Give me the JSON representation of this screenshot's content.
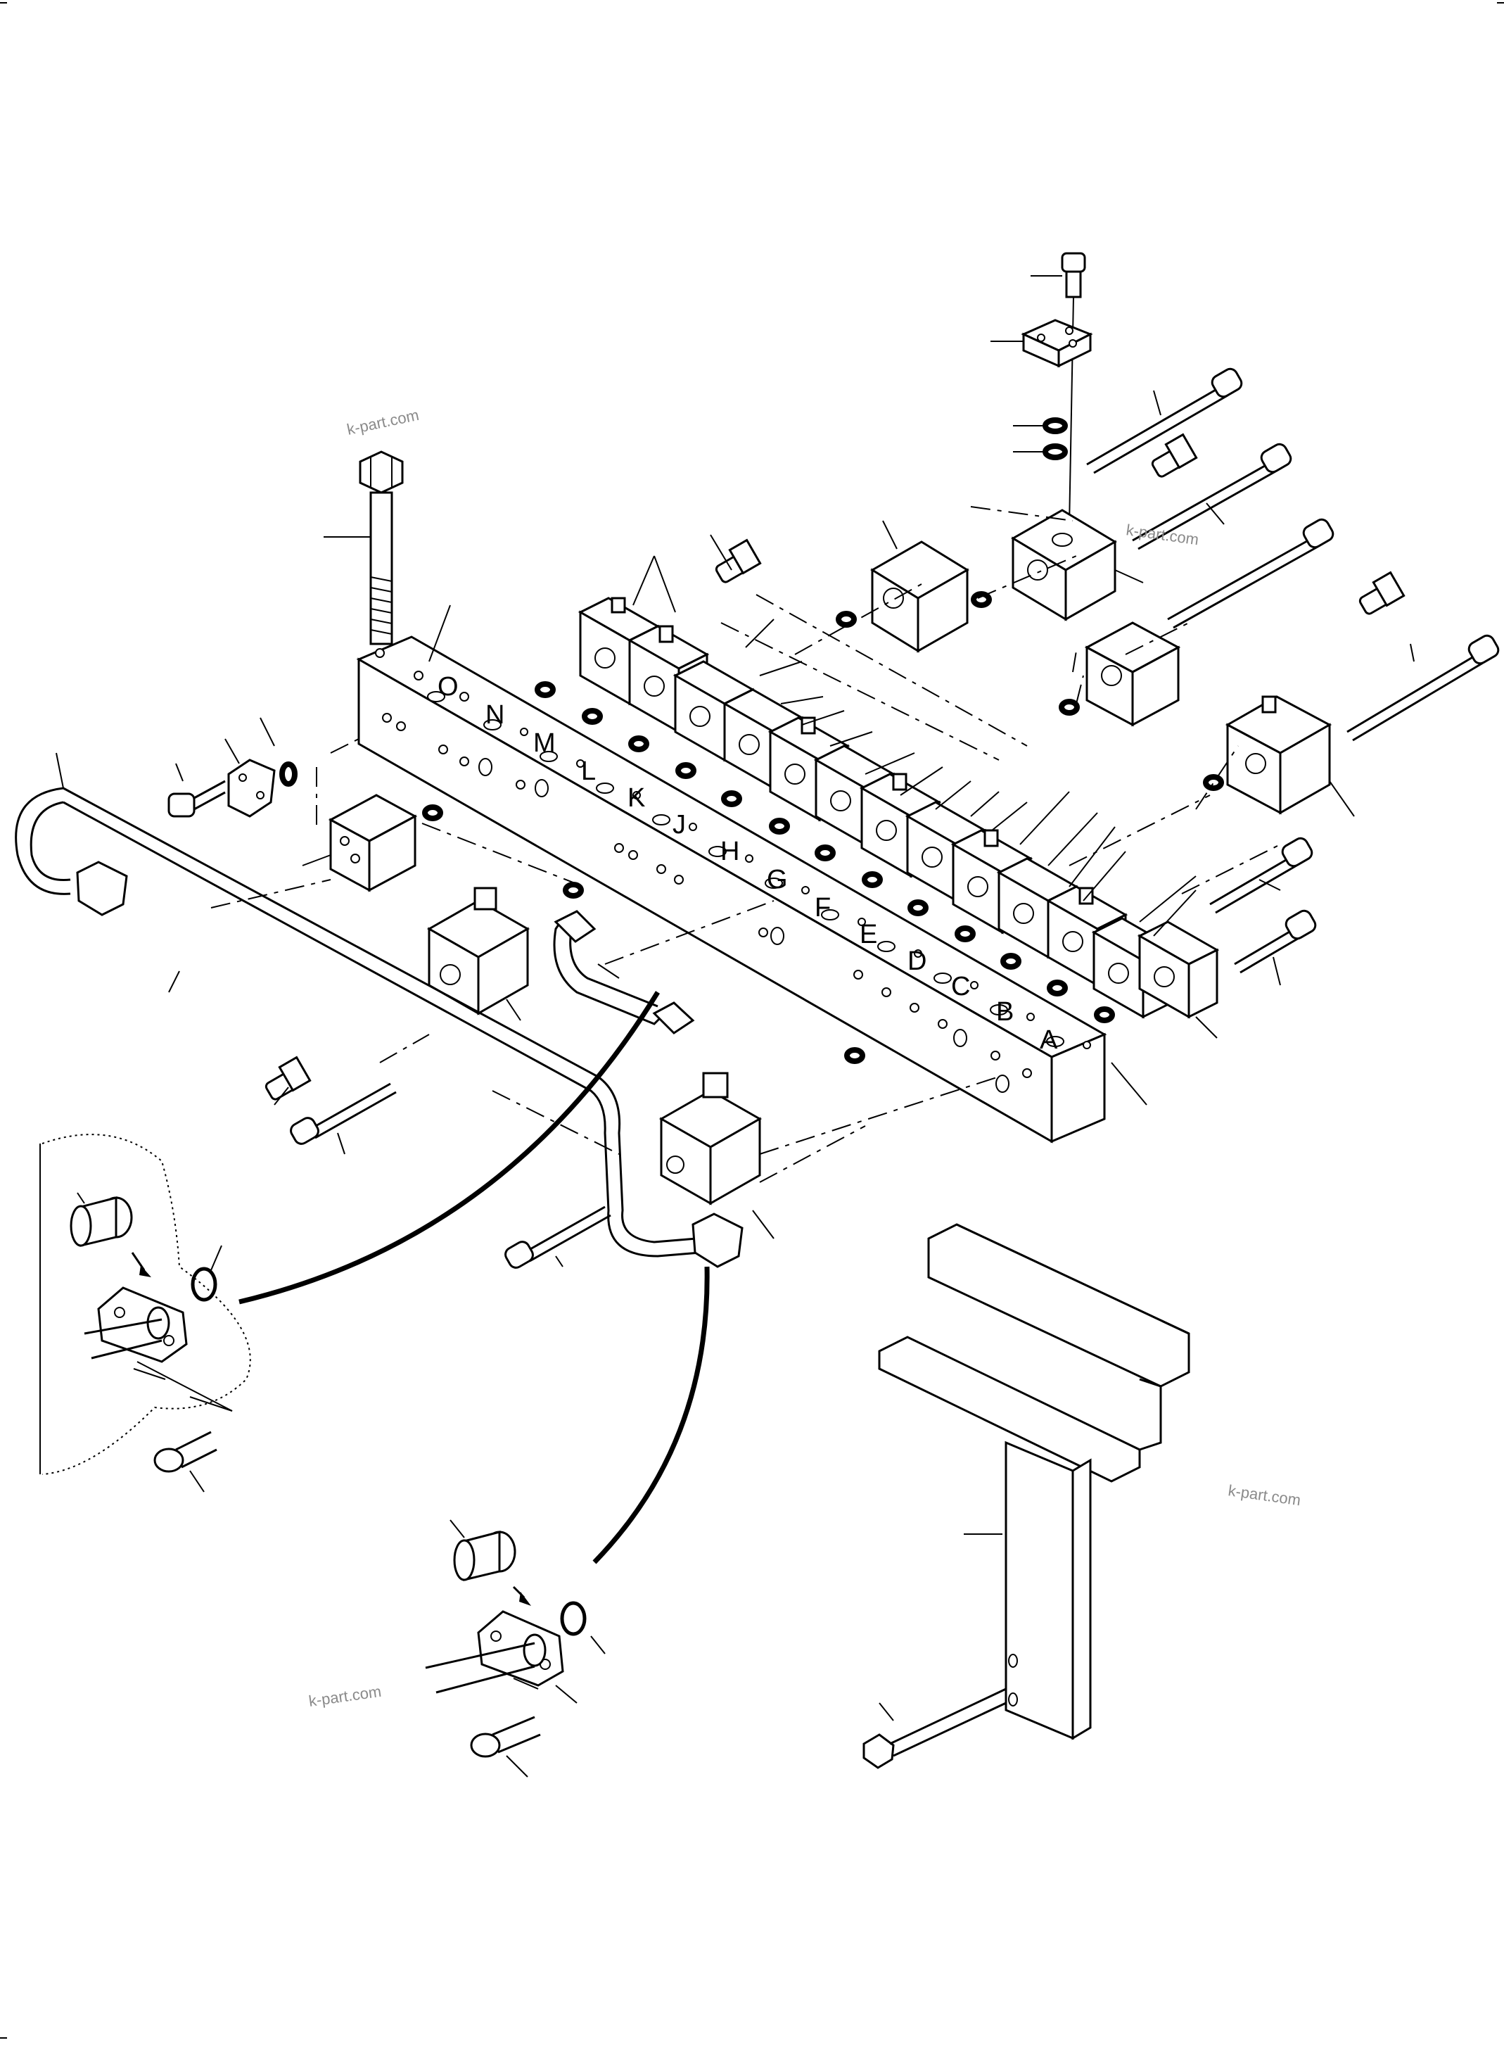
{
  "diagram": {
    "port_letters": [
      "O",
      "N",
      "M",
      "L",
      "K",
      "J",
      "H",
      "G",
      "F",
      "E",
      "D",
      "C",
      "B",
      "A"
    ],
    "watermark": "k-part.com"
  }
}
